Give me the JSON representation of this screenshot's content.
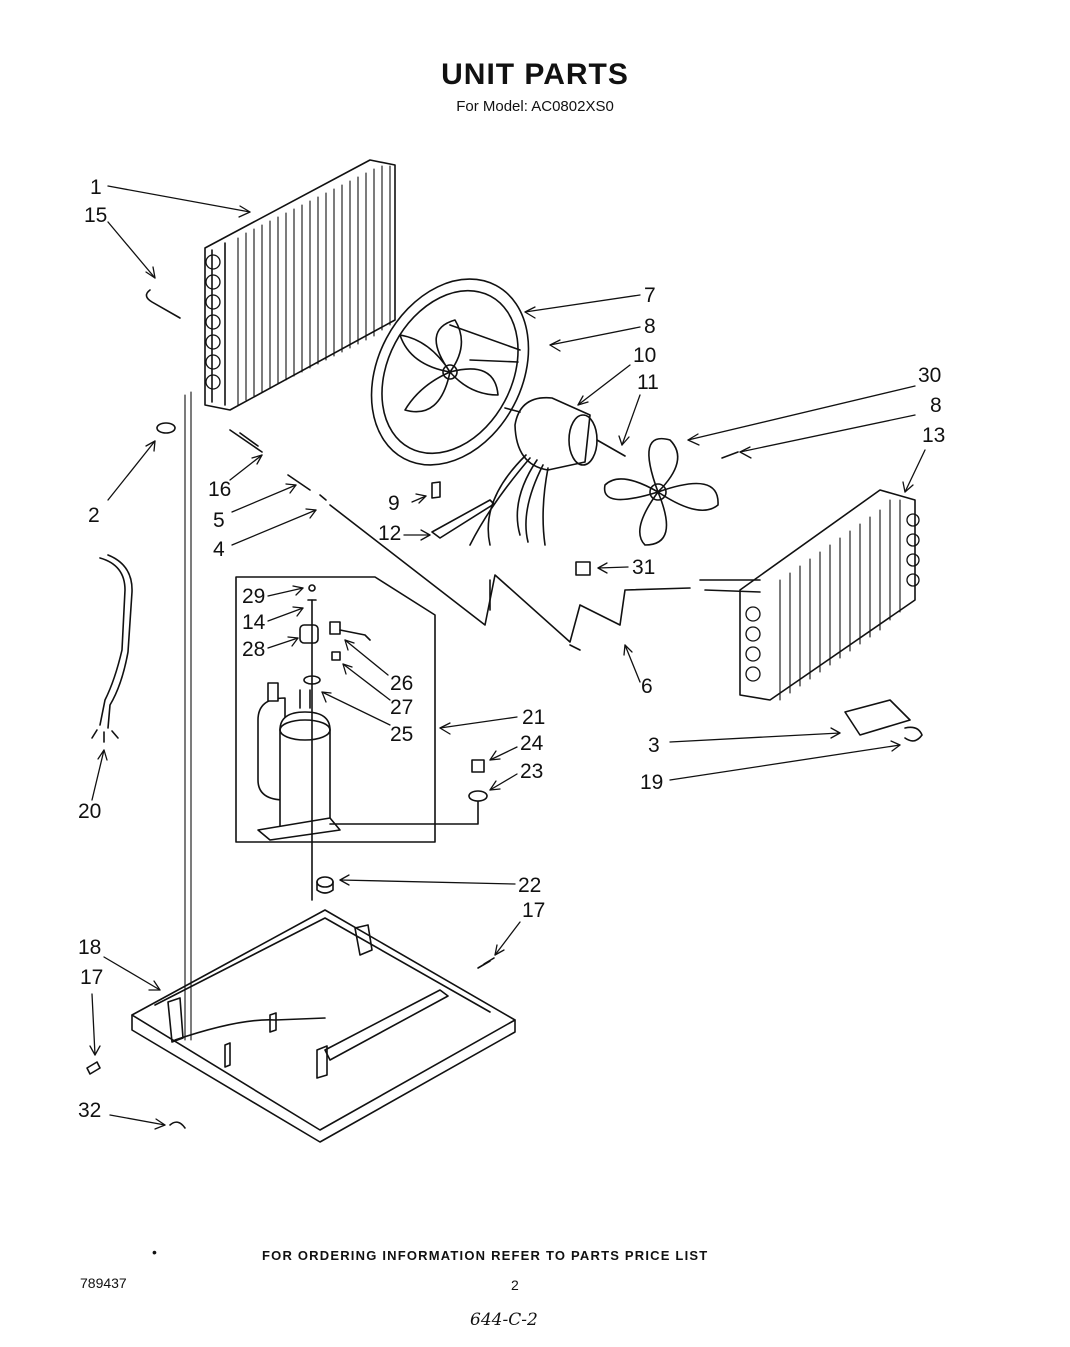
{
  "header": {
    "title": "UNIT PARTS",
    "subtitle": "For Model: AC0802XS0"
  },
  "callouts": [
    "1",
    "15",
    "2",
    "16",
    "5",
    "4",
    "7",
    "8",
    "10",
    "11",
    "30",
    "8",
    "13",
    "9",
    "12",
    "31",
    "29",
    "14",
    "28",
    "26",
    "27",
    "25",
    "21",
    "24",
    "23",
    "6",
    "3",
    "19",
    "20",
    "22",
    "17",
    "18",
    "17",
    "32"
  ],
  "footer": {
    "bullet": "•",
    "ordering_note": "FOR ORDERING INFORMATION REFER TO PARTS PRICE LIST",
    "doc_number": "789437",
    "page_number": "2",
    "handwritten_code": "644-C-2"
  }
}
